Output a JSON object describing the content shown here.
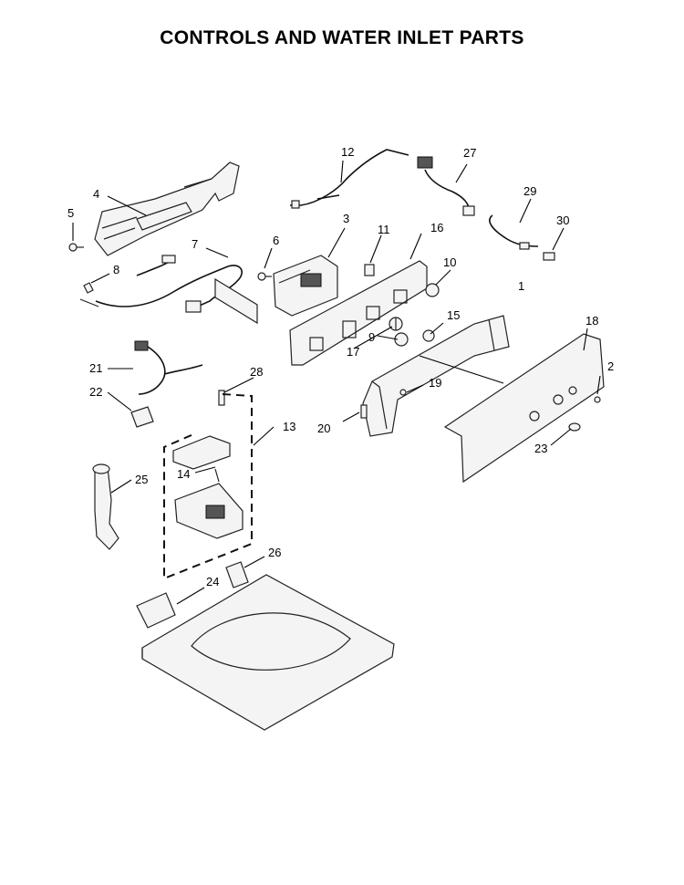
{
  "title": "CONTROLS AND WATER INLET PARTS",
  "callouts": [
    {
      "id": "c1",
      "label": "1"
    },
    {
      "id": "c2",
      "label": "2"
    },
    {
      "id": "c3",
      "label": "3"
    },
    {
      "id": "c4",
      "label": "4"
    },
    {
      "id": "c5",
      "label": "5"
    },
    {
      "id": "c6",
      "label": "6"
    },
    {
      "id": "c7",
      "label": "7"
    },
    {
      "id": "c8",
      "label": "8"
    },
    {
      "id": "c9",
      "label": "9"
    },
    {
      "id": "c10",
      "label": "10"
    },
    {
      "id": "c11",
      "label": "11"
    },
    {
      "id": "c12",
      "label": "12"
    },
    {
      "id": "c13",
      "label": "13"
    },
    {
      "id": "c14",
      "label": "14"
    },
    {
      "id": "c15",
      "label": "15"
    },
    {
      "id": "c16",
      "label": "16"
    },
    {
      "id": "c17",
      "label": "17"
    },
    {
      "id": "c18",
      "label": "18"
    },
    {
      "id": "c19",
      "label": "19"
    },
    {
      "id": "c20",
      "label": "20"
    },
    {
      "id": "c21",
      "label": "21"
    },
    {
      "id": "c22",
      "label": "22"
    },
    {
      "id": "c23",
      "label": "23"
    },
    {
      "id": "c24",
      "label": "24"
    },
    {
      "id": "c25",
      "label": "25"
    },
    {
      "id": "c26",
      "label": "26"
    },
    {
      "id": "c27",
      "label": "27"
    },
    {
      "id": "c28",
      "label": "28"
    },
    {
      "id": "c29",
      "label": "29"
    },
    {
      "id": "c30",
      "label": "30"
    }
  ]
}
